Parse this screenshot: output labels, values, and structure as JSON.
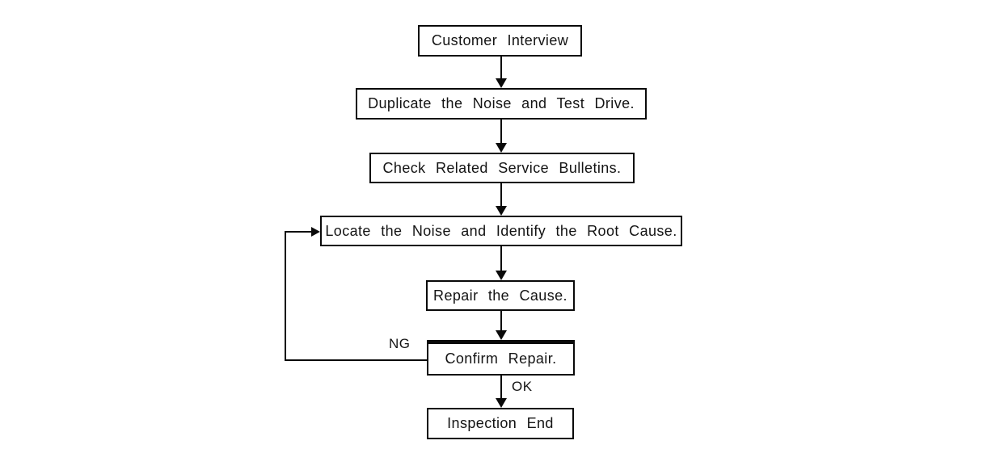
{
  "diagram": {
    "type": "flowchart",
    "nodes": [
      {
        "id": "customer-interview",
        "label": "Customer Interview"
      },
      {
        "id": "duplicate-noise-test-drive",
        "label": "Duplicate the Noise and Test Drive."
      },
      {
        "id": "check-service-bulletins",
        "label": "Check Related Service Bulletins."
      },
      {
        "id": "locate-noise-root-cause",
        "label": "Locate the Noise and Identify the Root Cause."
      },
      {
        "id": "repair-cause",
        "label": "Repair the Cause."
      },
      {
        "id": "confirm-repair",
        "label": "Confirm Repair."
      },
      {
        "id": "inspection-end",
        "label": "Inspection End"
      }
    ],
    "edges": [
      {
        "from": "customer-interview",
        "to": "duplicate-noise-test-drive",
        "label": ""
      },
      {
        "from": "duplicate-noise-test-drive",
        "to": "check-service-bulletins",
        "label": ""
      },
      {
        "from": "check-service-bulletins",
        "to": "locate-noise-root-cause",
        "label": ""
      },
      {
        "from": "locate-noise-root-cause",
        "to": "repair-cause",
        "label": ""
      },
      {
        "from": "repair-cause",
        "to": "confirm-repair",
        "label": ""
      },
      {
        "from": "confirm-repair",
        "to": "inspection-end",
        "label": "OK"
      },
      {
        "from": "confirm-repair",
        "to": "locate-noise-root-cause",
        "label": "NG"
      }
    ],
    "edge_labels": {
      "ng": "NG",
      "ok": "OK"
    },
    "colors": {
      "line": "#0a0a0a",
      "background": "#ffffff",
      "box_fill": "#ffffff",
      "text": "#141414"
    }
  }
}
